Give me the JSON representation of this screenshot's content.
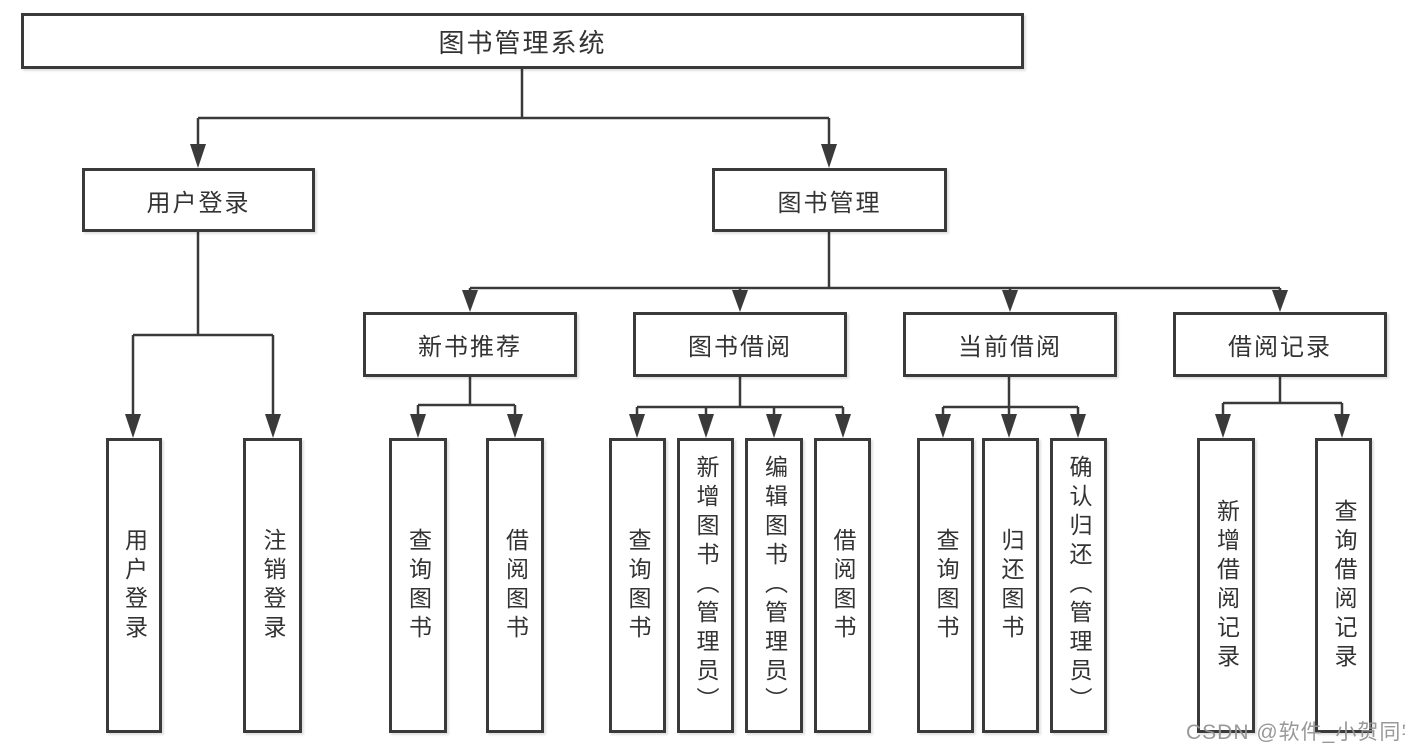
{
  "root": {
    "label": "图书管理系统"
  },
  "branches": {
    "user_login": {
      "label": "用户登录",
      "children": {
        "login": "用户登录",
        "logout": "注销登录"
      }
    },
    "book_management": {
      "label": "图书管理",
      "sections": {
        "new_book_recommend": {
          "label": "新书推荐",
          "children": {
            "query_books": "查询图书",
            "borrow_books": "借阅图书"
          }
        },
        "book_borrow": {
          "label": "图书借阅",
          "children": {
            "query_books": "查询图书",
            "add_books": "新增图书（管理员）",
            "edit_books": "编辑图书（管理员）",
            "borrow_books": "借阅图书"
          }
        },
        "current_borrow": {
          "label": "当前借阅",
          "children": {
            "query_books": "查询图书",
            "return_books": "归还图书",
            "confirm_return": "确认归还（管理员）"
          }
        },
        "borrow_records": {
          "label": "借阅记录",
          "children": {
            "add_record": "新增借阅记录",
            "query_record": "查询借阅记录"
          }
        }
      }
    }
  },
  "watermark": "CSDN @软件_小贺同学",
  "colors": {
    "line": "#3a3a3a",
    "text": "#333333",
    "watermark": "#949494",
    "background": "#ffffff"
  }
}
